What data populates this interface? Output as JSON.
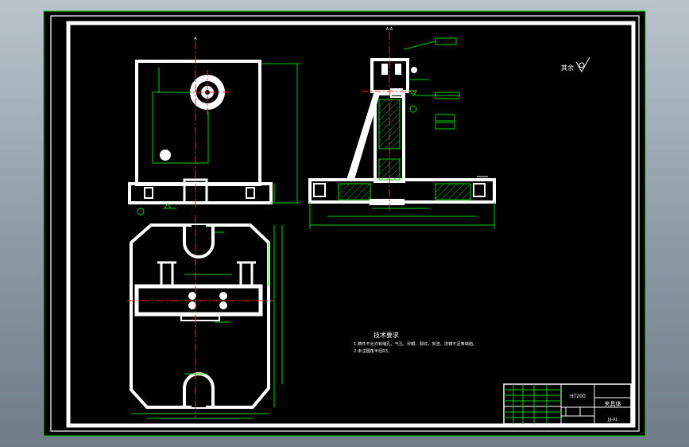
{
  "drawing": {
    "title_block": {
      "material": "HT200",
      "part_name": "夹具体",
      "drawing_no": "JJJ-01"
    },
    "technical_requirements": {
      "heading": "技术要求",
      "items": [
        "1.铸件不允许有缩孔、气孔、砂眼、裂纹、夹渣、浇铸不足等缺陷。",
        "2.未注圆角半径R3。"
      ]
    },
    "roughness_note": "其余",
    "section_label": "A-A",
    "view_label": "A",
    "colors": {
      "background": "#000000",
      "object_line": "#ffffff",
      "dimension_line": "#00d000",
      "center_line": "#ff2020",
      "hatch": "#00d000"
    }
  }
}
